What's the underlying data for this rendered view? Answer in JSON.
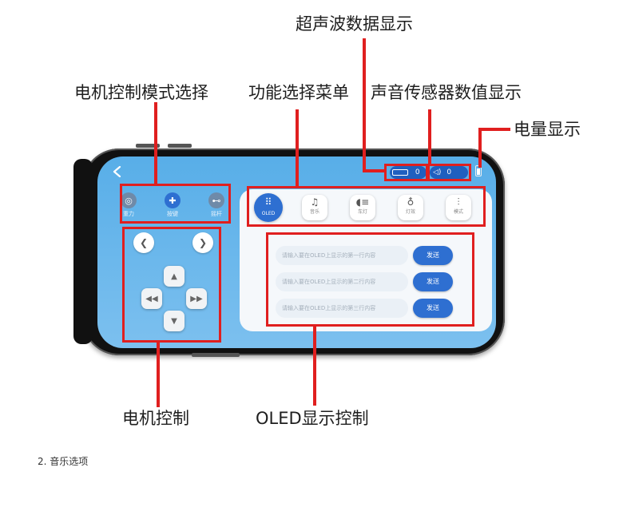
{
  "callouts": {
    "ultrasonic": "超声波数据显示",
    "motor_mode": "电机控制模式选择",
    "function_menu": "功能选择菜单",
    "sound_sensor": "声音传感器数值显示",
    "battery": "电量显示",
    "motor_control": "电机控制",
    "oled_control": "OLED显示控制"
  },
  "status": {
    "ultrasonic_value": "0",
    "sound_value": "0"
  },
  "modes": [
    {
      "label": "重力",
      "icon": "gravity-icon"
    },
    {
      "label": "按键",
      "icon": "dpad-icon"
    },
    {
      "label": "摇杆",
      "icon": "gamepad-icon"
    }
  ],
  "tabs": [
    {
      "label": "OLED",
      "icon": "grid-icon",
      "active": true
    },
    {
      "label": "音乐",
      "icon": "music-note-icon"
    },
    {
      "label": "车灯",
      "icon": "headlight-icon"
    },
    {
      "label": "灯效",
      "icon": "bulb-icon"
    },
    {
      "label": "模式",
      "icon": "sliders-icon"
    }
  ],
  "oled": {
    "rows": [
      {
        "placeholder": "请输入要在OLED上显示的第一行内容",
        "button": "发送"
      },
      {
        "placeholder": "请输入要在OLED上显示的第二行内容",
        "button": "发送"
      },
      {
        "placeholder": "请输入要在OLED上显示的第三行内容",
        "button": "发送"
      }
    ]
  },
  "caption": "2. 音乐选项",
  "colors": {
    "callout_red": "#e01f1f",
    "screen_blue": "#58aee8",
    "accent_blue": "#2e6fd1"
  }
}
